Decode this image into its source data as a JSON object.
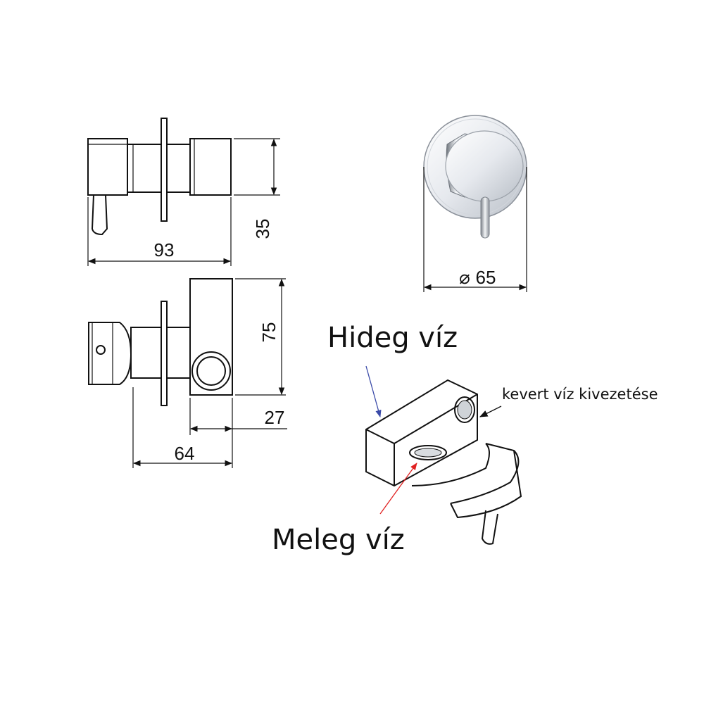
{
  "dimensions": {
    "width_top": "93",
    "height_top": "35",
    "diameter_symbol": "⌀",
    "diameter_value": "65",
    "height_box": "75",
    "depth_box": "27",
    "depth_total": "64"
  },
  "labels": {
    "cold_water": "Hideg víz",
    "hot_water": "Meleg víz",
    "mixed_outlet": "kevert víz kivezetése"
  },
  "colors": {
    "line": "#111111",
    "cold_arrow": "#3a4aa8",
    "hot_arrow": "#e02020",
    "mixed_arrow": "#111111",
    "chrome_light": "#f4f6f8",
    "chrome_dark": "#8a9099"
  }
}
